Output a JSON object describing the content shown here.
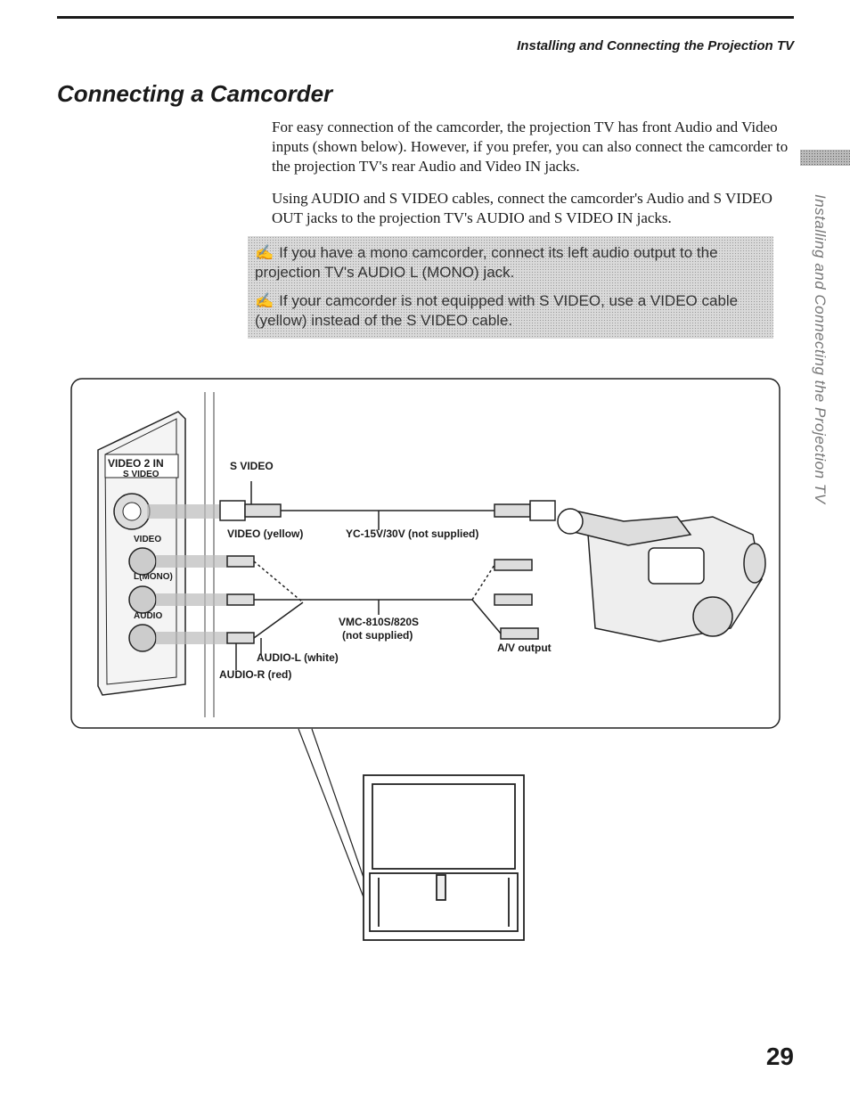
{
  "header": {
    "section": "Installing and Connecting the Projection TV"
  },
  "title": "Connecting a Camcorder",
  "paragraphs": [
    "For easy connection of the camcorder, the projection TV has front Audio and Video inputs (shown below). However, if you prefer, you can also connect the camcorder to the projection TV's rear Audio and Video IN jacks.",
    "Using AUDIO and S VIDEO cables, connect the camcorder's Audio and S VIDEO OUT jacks to the projection TV's AUDIO and S VIDEO IN jacks."
  ],
  "notes": [
    "If you have a mono camcorder, connect its left audio output to the projection TV's AUDIO L (MONO) jack.",
    "If your camcorder is not equipped with S VIDEO, use a VIDEO cable (yellow) instead of the S VIDEO cable."
  ],
  "side_tab": "Installing and Connecting the Projection TV",
  "diagram": {
    "panel": {
      "title": "VIDEO 2 IN",
      "s_video": "S VIDEO",
      "video": "VIDEO",
      "l_mono": "L(MONO)",
      "audio": "AUDIO"
    },
    "labels": {
      "s_video": "S VIDEO",
      "video_yellow": "VIDEO (yellow)",
      "yc_cable": "YC-15V/30V (not supplied)",
      "vmc_cable": "VMC-810S/820S",
      "vmc_note": "(not supplied)",
      "av_output": "A/V output",
      "audio_l": "AUDIO-L (white)",
      "audio_r": "AUDIO-R (red)"
    }
  },
  "page_number": "29",
  "icons": {
    "note": "pencil-note-icon"
  }
}
